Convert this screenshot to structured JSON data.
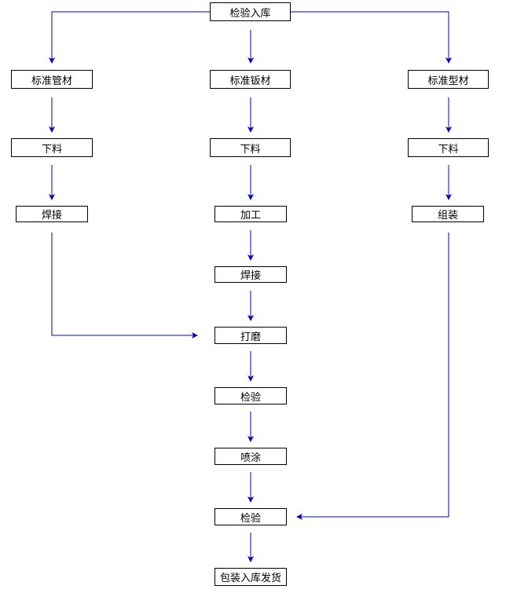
{
  "nodes": {
    "top": "检验入库",
    "col1_material": "标准管材",
    "col2_material": "标准钣材",
    "col3_material": "标准型材",
    "col1_cut": "下料",
    "col2_cut": "下料",
    "col3_cut": "下料",
    "col1_weld": "焊接",
    "col2_process": "加工",
    "col3_assemble": "组装",
    "col2_weld": "焊接",
    "grind": "打磨",
    "inspect_1": "检验",
    "paint": "喷涂",
    "inspect_2": "检验",
    "ship": "包装入库发货"
  },
  "colors": {
    "connector": "#0000cc",
    "box_border": "#000000",
    "text": "#000000"
  }
}
